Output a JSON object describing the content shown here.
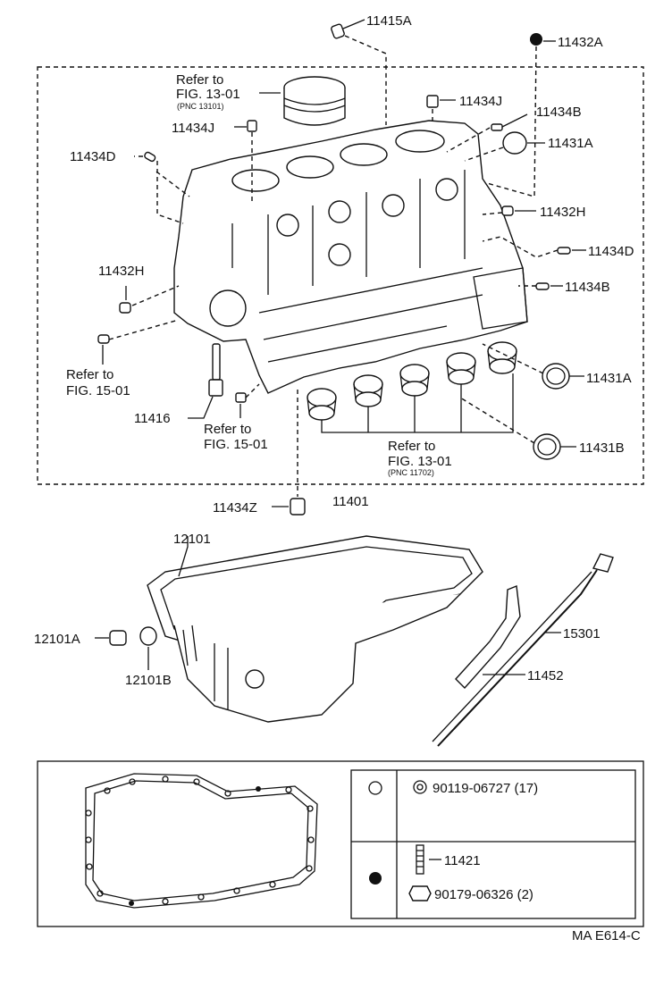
{
  "labels": {
    "p11415A": "11415A",
    "p11432A": "11432A",
    "p11434J_top": "11434J",
    "p11434J_left": "11434J",
    "p11434B_top": "11434B",
    "p11431A_top": "11431A",
    "p11434D_left": "11434D",
    "p11432H_right": "11432H",
    "p11434D_right": "11434D",
    "p11432H_left": "11432H",
    "p11434B_right": "11434B",
    "p11431A_right": "11431A",
    "p11416": "11416",
    "p11431B": "11431B",
    "p11434Z": "11434Z",
    "p11401": "11401",
    "p12101": "12101",
    "p12101A": "12101A",
    "p12101B": "12101B",
    "p15301": "15301",
    "p11452": "11452",
    "p11421": "11421",
    "bolt_a": "90119-06727 (17)",
    "bolt_b": "90179-06326 (2)",
    "diagram_code": "MA E614-C"
  },
  "refs": {
    "piston": {
      "line1": "Refer to",
      "line2": "FIG. 13-01",
      "pnc": "(PNC 13101)"
    },
    "fig15_left": {
      "line1": "Refer to",
      "line2": "FIG. 15-01"
    },
    "fig15_mid": {
      "line1": "Refer to",
      "line2": "FIG. 15-01"
    },
    "bearing": {
      "line1": "Refer to",
      "line2": "FIG. 13-01",
      "pnc": "(PNC 11702)"
    }
  },
  "legend": {
    "open_circle": "open-circle-symbol",
    "filled_circle": "filled-circle-symbol"
  }
}
